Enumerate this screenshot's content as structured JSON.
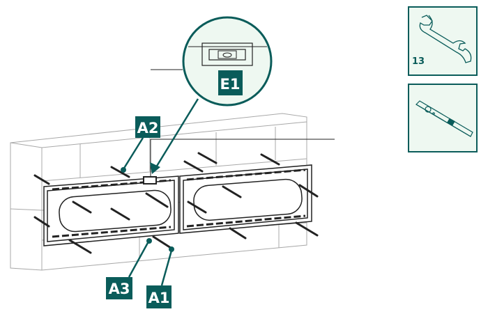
{
  "colors": {
    "accent": "#0a5c5a",
    "panel_fill": "#eef8f1",
    "wall_line": "#9a9a9a"
  },
  "labels": {
    "a1": "A1",
    "a2": "A2",
    "a3": "A3",
    "e1": "E1"
  },
  "tools": [
    {
      "icon": "wrench-icon",
      "size": "13"
    },
    {
      "icon": "spirit-level-icon"
    }
  ]
}
